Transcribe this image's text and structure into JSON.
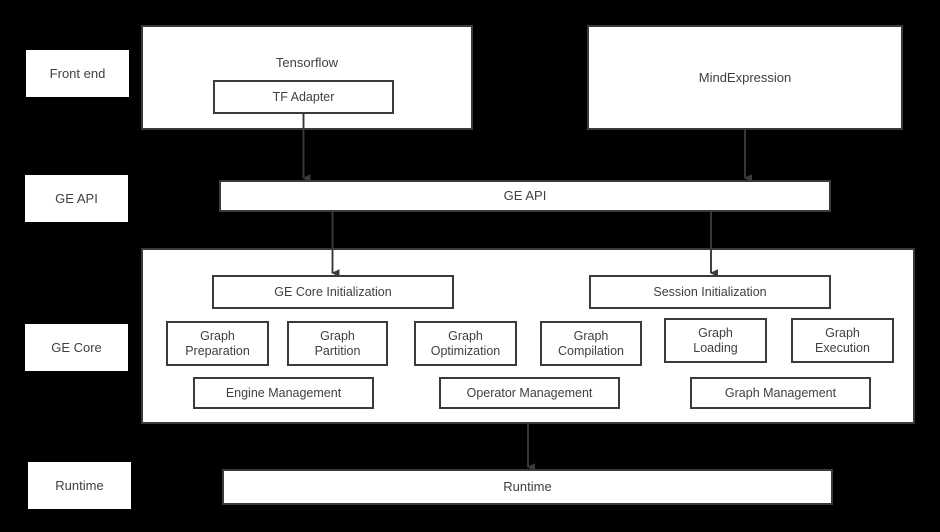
{
  "diagram": {
    "background_color": "#000000",
    "box_fill": "#ffffff",
    "box_stroke": "#3a3a3a",
    "text_color": "#404040",
    "layer_labels": [
      {
        "id": "front-end",
        "text": "Front end"
      },
      {
        "id": "ge-api",
        "text": "GE API"
      },
      {
        "id": "ge-core",
        "text": "GE Core"
      },
      {
        "id": "runtime",
        "text": "Runtime"
      }
    ],
    "frontend": {
      "tensorflow": {
        "title": "Tensorflow",
        "child": "TF Adapter"
      },
      "mindexpression": {
        "title": "MindExpression"
      }
    },
    "ge_api_bar": {
      "text": "GE API"
    },
    "ge_core": {
      "initializations": [
        {
          "id": "ge-core-initialization",
          "text": "GE Core Initialization"
        },
        {
          "id": "session-initialization",
          "text": "Session Initialization"
        }
      ],
      "modules": [
        {
          "id": "graph-preparation",
          "text": "Graph\nPreparation"
        },
        {
          "id": "graph-partition",
          "text": "Graph\nPartition"
        },
        {
          "id": "graph-optimization",
          "text": "Graph\nOptimization"
        },
        {
          "id": "graph-compilation",
          "text": "Graph\nCompilation"
        },
        {
          "id": "graph-loading",
          "text": "Graph\nLoading"
        },
        {
          "id": "graph-execution",
          "text": "Graph\nExecution"
        }
      ],
      "managements": [
        {
          "id": "engine-management",
          "text": "Engine Management"
        },
        {
          "id": "operator-management",
          "text": "Operator Management"
        },
        {
          "id": "graph-management",
          "text": "Graph Management"
        }
      ]
    },
    "runtime_bar": {
      "text": "Runtime"
    },
    "connections": [
      {
        "from": "tf-adapter",
        "to": "ge-api-bar"
      },
      {
        "from": "mindexpression",
        "to": "ge-api-bar"
      },
      {
        "from": "ge-api-bar",
        "to": "ge-core-initialization"
      },
      {
        "from": "ge-api-bar",
        "to": "session-initialization"
      },
      {
        "from": "ge-core-container",
        "to": "runtime-bar"
      }
    ]
  }
}
